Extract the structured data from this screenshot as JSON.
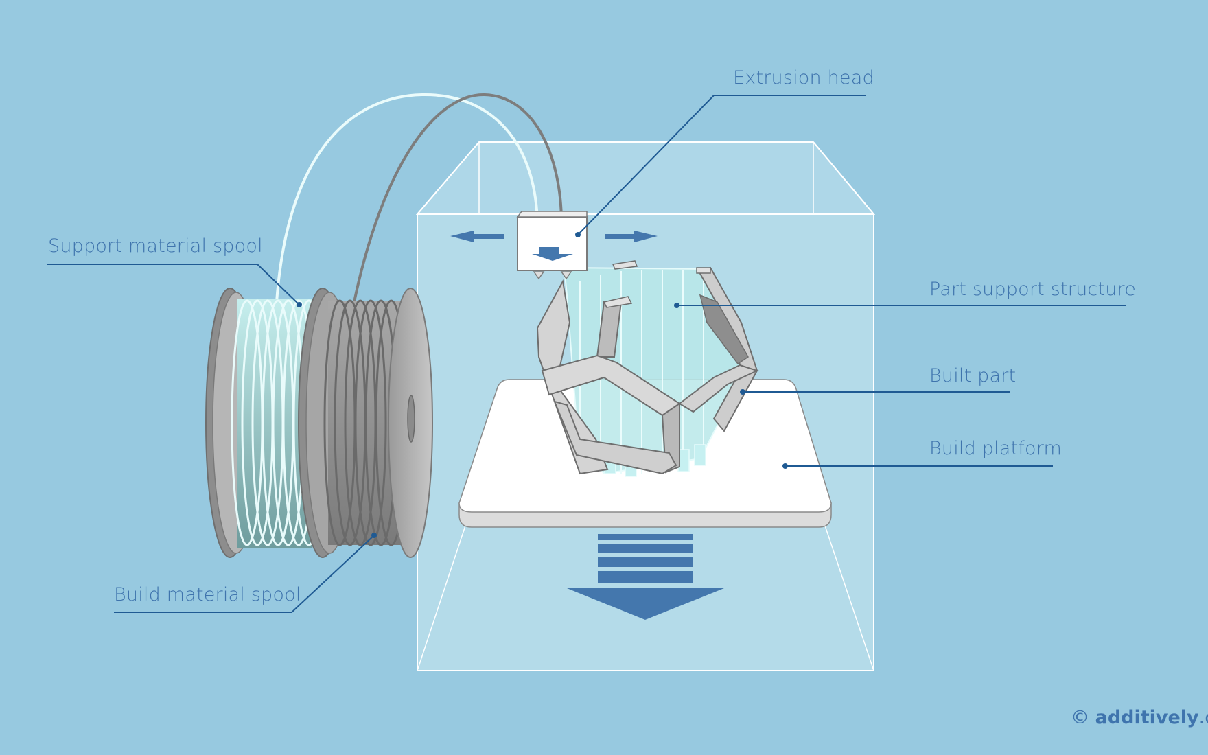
{
  "labels": {
    "extrusion_head": "Extrusion head",
    "support_material_spool": "Support material spool",
    "part_support_structure": "Part support structure",
    "built_part": "Built part",
    "build_platform": "Build platform",
    "build_material_spool": "Build material spool"
  },
  "copyright": {
    "symbol": "©",
    "brand": "additively",
    "suffix": ".com"
  },
  "colors": {
    "background": "#97c9e0",
    "label_text": "#3f74ad",
    "leader_line": "#1f5a93",
    "arrow": "#4477ad",
    "support_filament": "#e8fbfb",
    "build_filament": "#7d7d7d",
    "build_chamber_edge": "#ffffff"
  }
}
